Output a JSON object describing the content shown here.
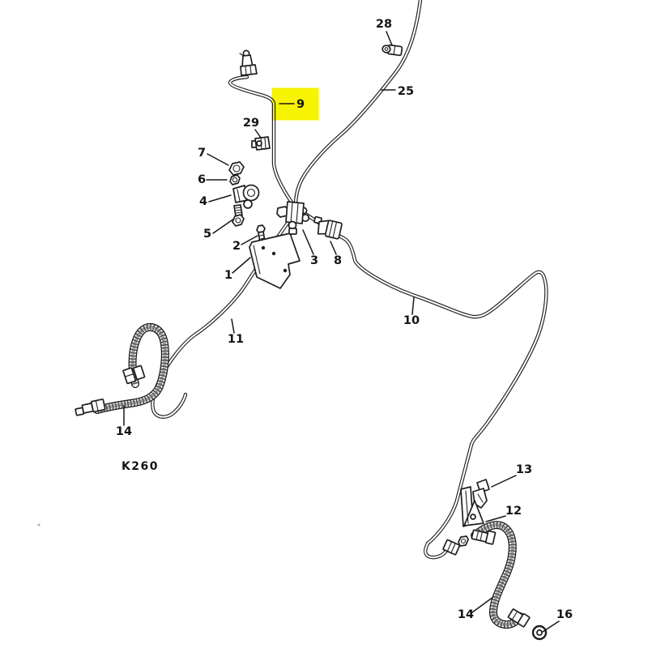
{
  "figure": {
    "code": "K260",
    "background": "#ffffff",
    "ink": "#1f1f1f",
    "highlight_color": "#f6f303"
  },
  "labels": {
    "p28": {
      "text": "28"
    },
    "p25": {
      "text": "25"
    },
    "p9": {
      "text": "9",
      "highlighted": true
    },
    "p29": {
      "text": "29"
    },
    "p7": {
      "text": "7"
    },
    "p6": {
      "text": "6"
    },
    "p4": {
      "text": "4"
    },
    "p5": {
      "text": "5"
    },
    "p2": {
      "text": "2"
    },
    "p1": {
      "text": "1"
    },
    "p3": {
      "text": "3"
    },
    "p8": {
      "text": "8"
    },
    "p11": {
      "text": "11"
    },
    "p10": {
      "text": "10"
    },
    "p14_left": {
      "text": "14"
    },
    "p13": {
      "text": "13"
    },
    "p12": {
      "text": "12"
    },
    "p14_right": {
      "text": "14"
    },
    "p16": {
      "text": "16"
    }
  }
}
